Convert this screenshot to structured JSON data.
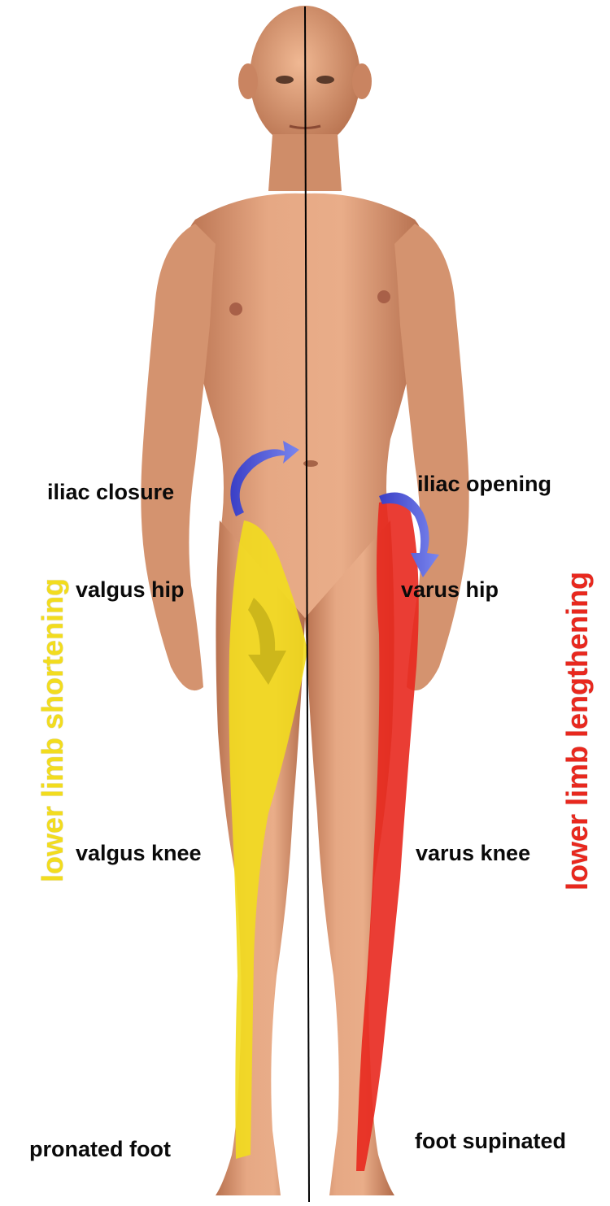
{
  "labels": {
    "iliac_closure": "iliac closure",
    "iliac_opening": "iliac opening",
    "valgus_hip": "valgus hip",
    "varus_hip": "varus hip",
    "valgus_knee": "valgus knee",
    "varus_knee": "varus knee",
    "pronated_foot": "pronated foot",
    "foot_supinated": "foot supinated"
  },
  "side_labels": {
    "shortening": "lower limb shortening",
    "lengthening": "lower limb lengthening"
  },
  "colors": {
    "shortening": "#f2dc1e",
    "lengthening": "#e8281e",
    "arrow": "#4a4fd0",
    "skin": "#e0a07c",
    "midline": "#000000"
  }
}
